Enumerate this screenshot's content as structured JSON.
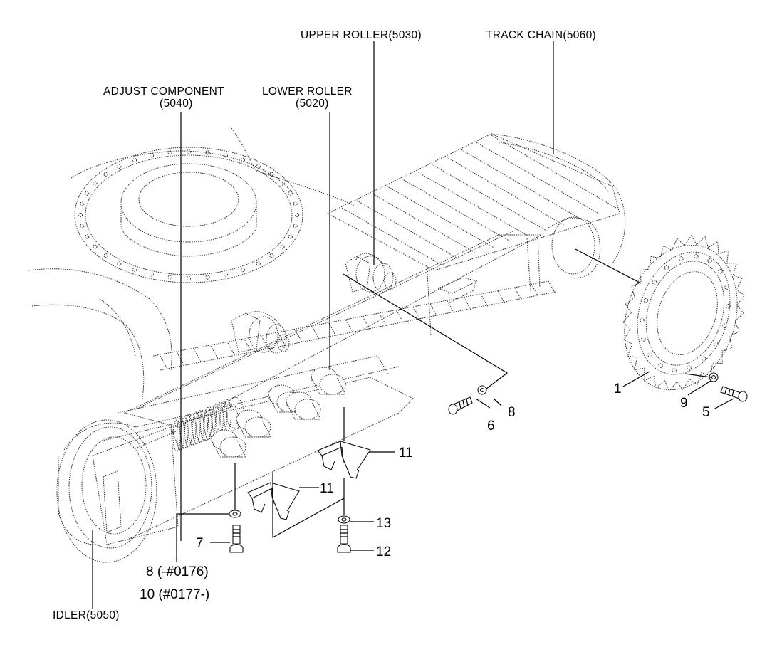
{
  "labels": {
    "upper_roller": "UPPER ROLLER(5030)",
    "track_chain": "TRACK CHAIN(5060)",
    "adjust_component_line1": "ADJUST COMPONENT",
    "adjust_component_line2": "(5040)",
    "lower_roller_line1": "LOWER ROLLER",
    "lower_roller_line2": "(5020)",
    "idler": "IDLER(5050)",
    "washer_note_1": "8 (-#0176)",
    "washer_note_2": "10 (#0177-)"
  },
  "callouts": {
    "sprocket": "1",
    "bolt_sprocket": "5",
    "washer_sprocket": "9",
    "bolt_roller": "6",
    "washer_roller": "8",
    "guard_upper": "11",
    "guard_lower": "11",
    "washer_guard": "13",
    "bolt_guard": "12",
    "bolt_frame": "7"
  }
}
